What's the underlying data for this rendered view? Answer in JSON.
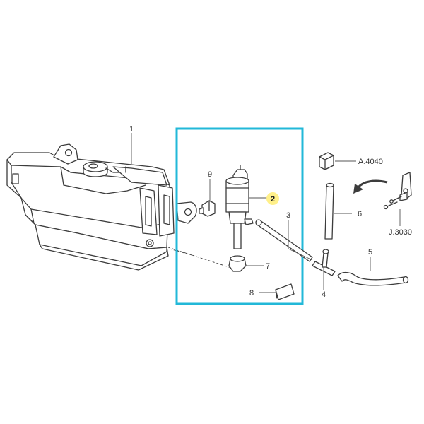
{
  "diagram": {
    "highlight_color": "#22b8d8",
    "highlight_marker_color": "#fff08a",
    "callouts": {
      "c1": "1",
      "c2": "2",
      "c3": "3",
      "c4": "4",
      "c5": "5",
      "c6": "6",
      "c7": "7",
      "c8": "8",
      "c9": "9"
    },
    "references": {
      "a4040": "A.4040",
      "j3030": "J.3030"
    }
  }
}
